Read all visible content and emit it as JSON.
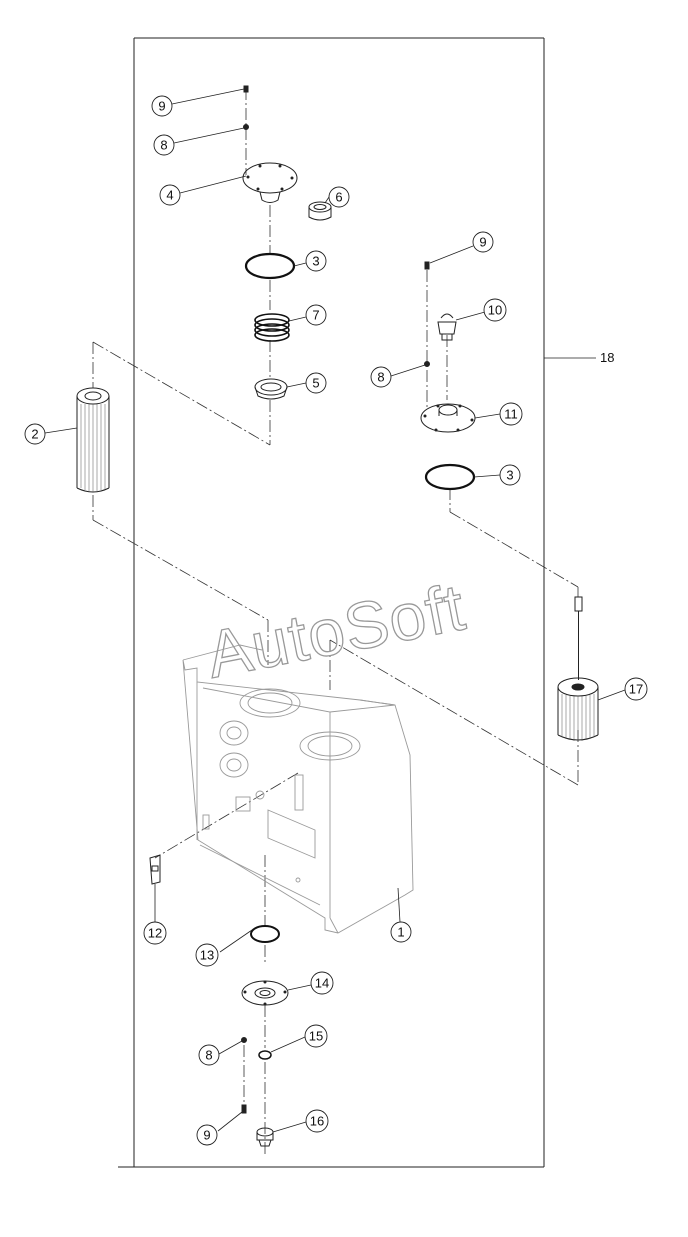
{
  "diagram": {
    "watermark": "AutoSoft",
    "callouts": {
      "c1": "1",
      "c2": "2",
      "c3a": "3",
      "c3b": "3",
      "c4": "4",
      "c5": "5",
      "c6": "6",
      "c7": "7",
      "c8a": "8",
      "c8b": "8",
      "c8c": "8",
      "c9a": "9",
      "c9b": "9",
      "c9c": "9",
      "c10": "10",
      "c11": "11",
      "c12": "12",
      "c13": "13",
      "c14": "14",
      "c15": "15",
      "c16": "16",
      "c17": "17",
      "c18": "18"
    }
  },
  "colors": {
    "line": "#222222",
    "light_line": "#9a9a9a",
    "watermark": "#999999"
  }
}
